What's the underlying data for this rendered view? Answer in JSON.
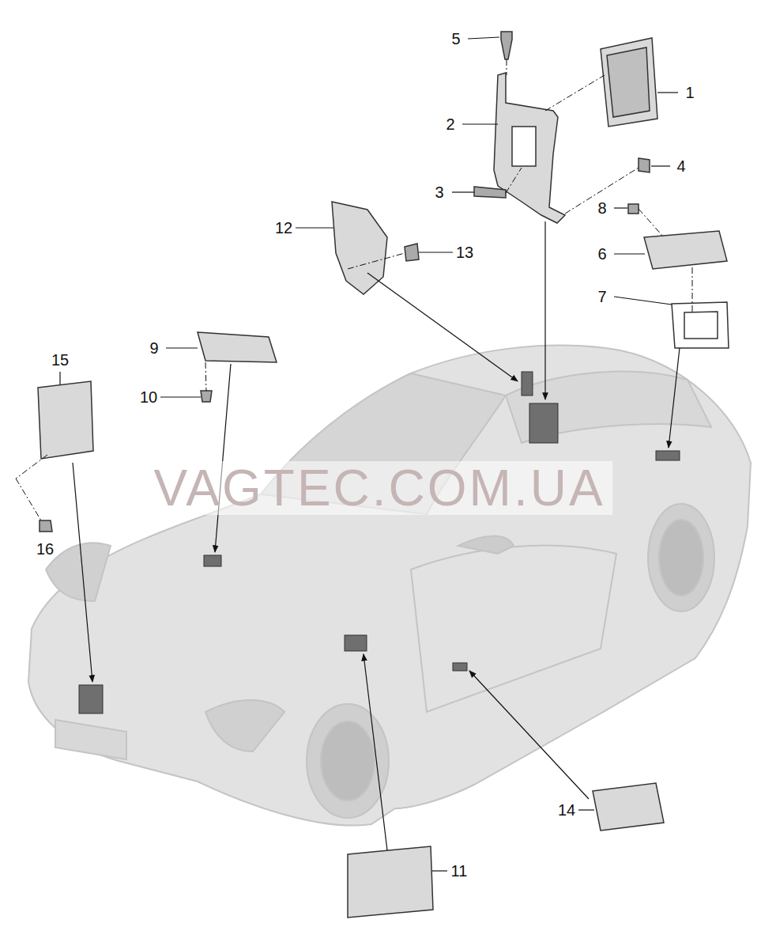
{
  "diagram": {
    "labels": [
      "1",
      "2",
      "3",
      "4",
      "5",
      "6",
      "7",
      "8",
      "9",
      "10",
      "11",
      "12",
      "13",
      "14",
      "15",
      "16",
      "VAGTEC.COM.UA"
    ]
  }
}
